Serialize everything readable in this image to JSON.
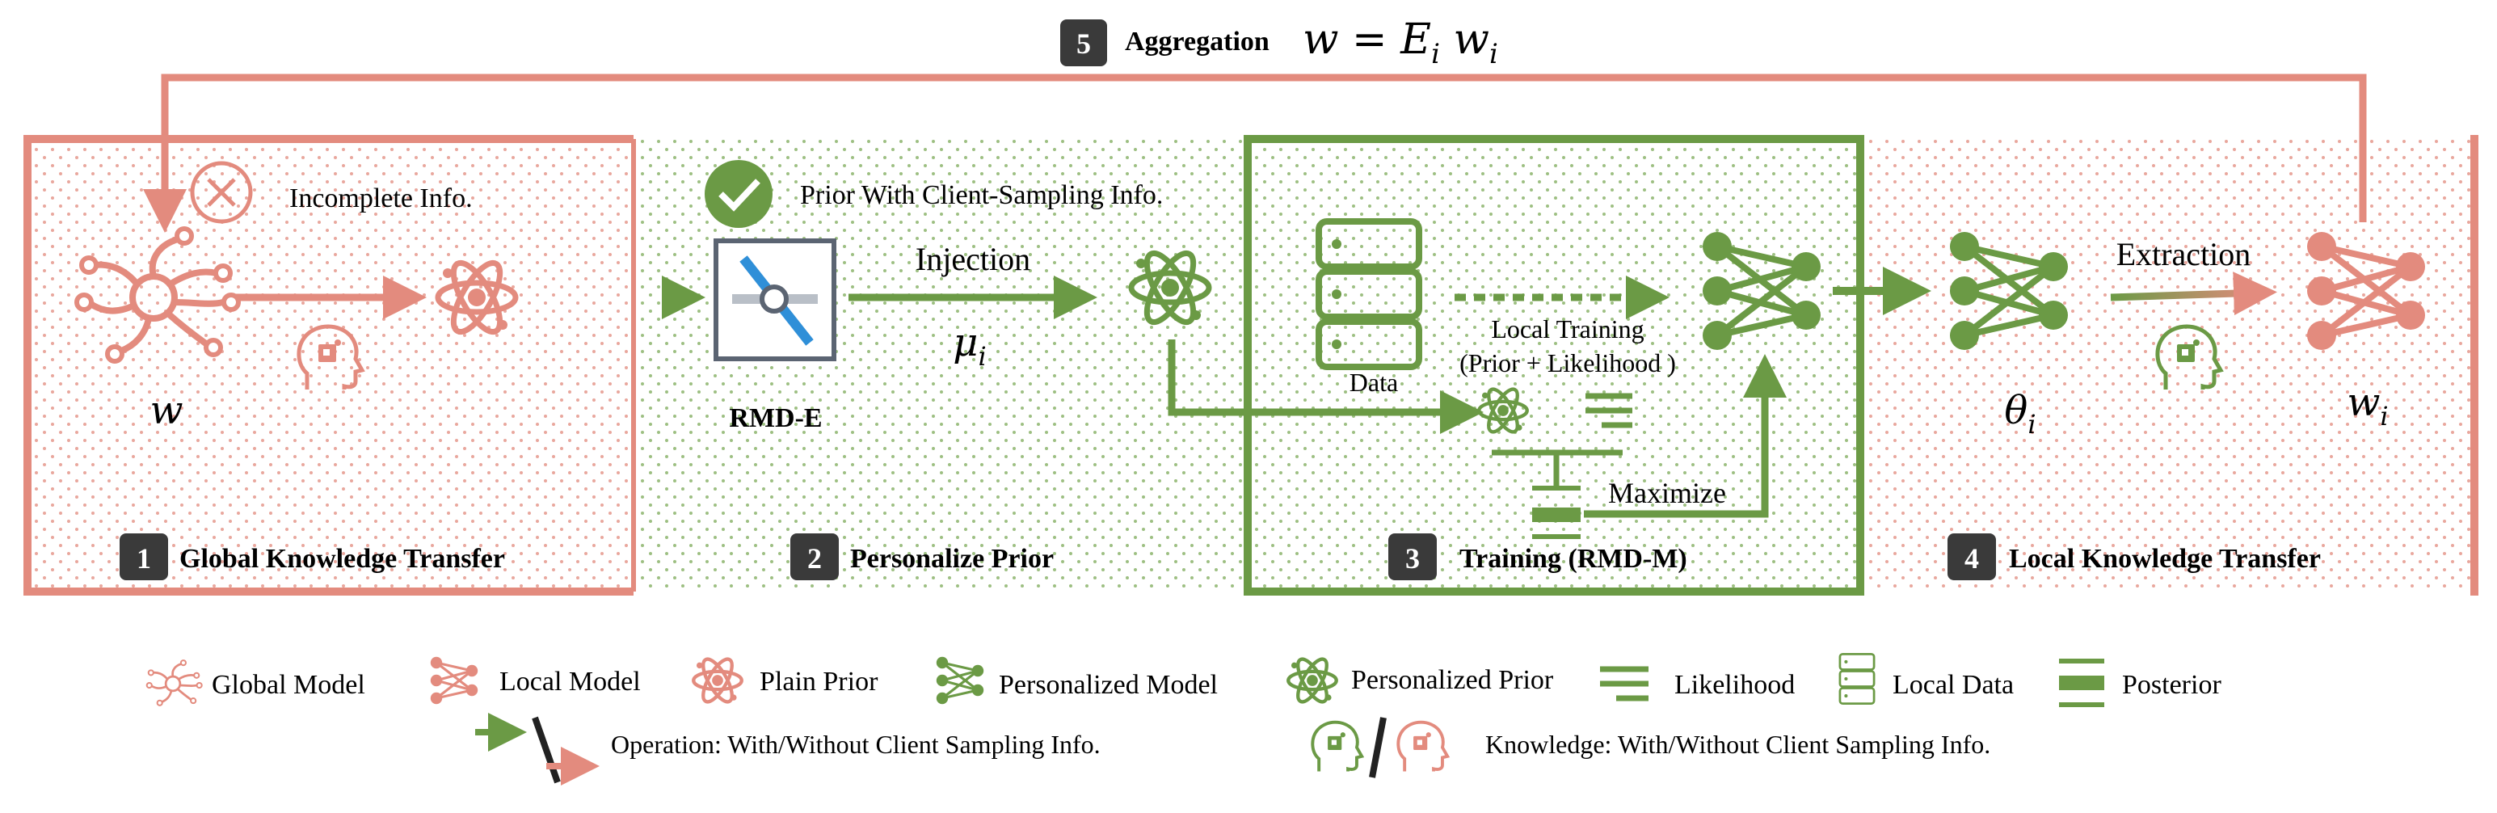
{
  "aggregation": {
    "number": "5",
    "label": "Aggregation",
    "formula": "w = E",
    "formula_sub": "i",
    "formula_tail": " w",
    "formula_tail_sub": "i"
  },
  "stages": [
    {
      "number": "1",
      "title": "Global Knowledge Transfer",
      "note": "Incomplete Info.",
      "symbol": "w"
    },
    {
      "number": "2",
      "title": "Personalize Prior",
      "note": "Prior With Client-Sampling Info.",
      "op_label": "Injection",
      "module": "RMD-E",
      "symbol": "μ",
      "symbol_sub": "i"
    },
    {
      "number": "3",
      "title": "Training (RMD-M)",
      "data_label": "Data",
      "train_line1": "Local Training",
      "train_line2": "(Prior + Likelihood )",
      "maximize": "Maximize"
    },
    {
      "number": "4",
      "title": "Local Knowledge Transfer",
      "op_label": "Extraction",
      "symbol_left": "θ",
      "symbol_left_sub": "i",
      "symbol_right": "w",
      "symbol_right_sub": "i"
    }
  ],
  "legend": {
    "items": [
      "Global Model",
      "Local Model",
      "Plain Prior",
      "Personalized Model",
      "Personalized Prior",
      "Likelihood",
      "Local Data",
      "Posterior"
    ],
    "operation": "Operation: With/Without Client Sampling Info.",
    "knowledge": "Knowledge: With/Without Client Sampling Info."
  },
  "colors": {
    "red": "#e38b7e",
    "green": "#6b9a45",
    "dark": "#3a3a3a"
  },
  "icons": [
    "global-model-icon",
    "plain-prior-icon",
    "head-knowledge-icon",
    "check-icon",
    "cross-icon",
    "rmd-e-icon",
    "personalized-prior-icon",
    "local-data-icon",
    "personalized-model-icon",
    "local-model-icon",
    "likelihood-icon",
    "posterior-icon"
  ]
}
